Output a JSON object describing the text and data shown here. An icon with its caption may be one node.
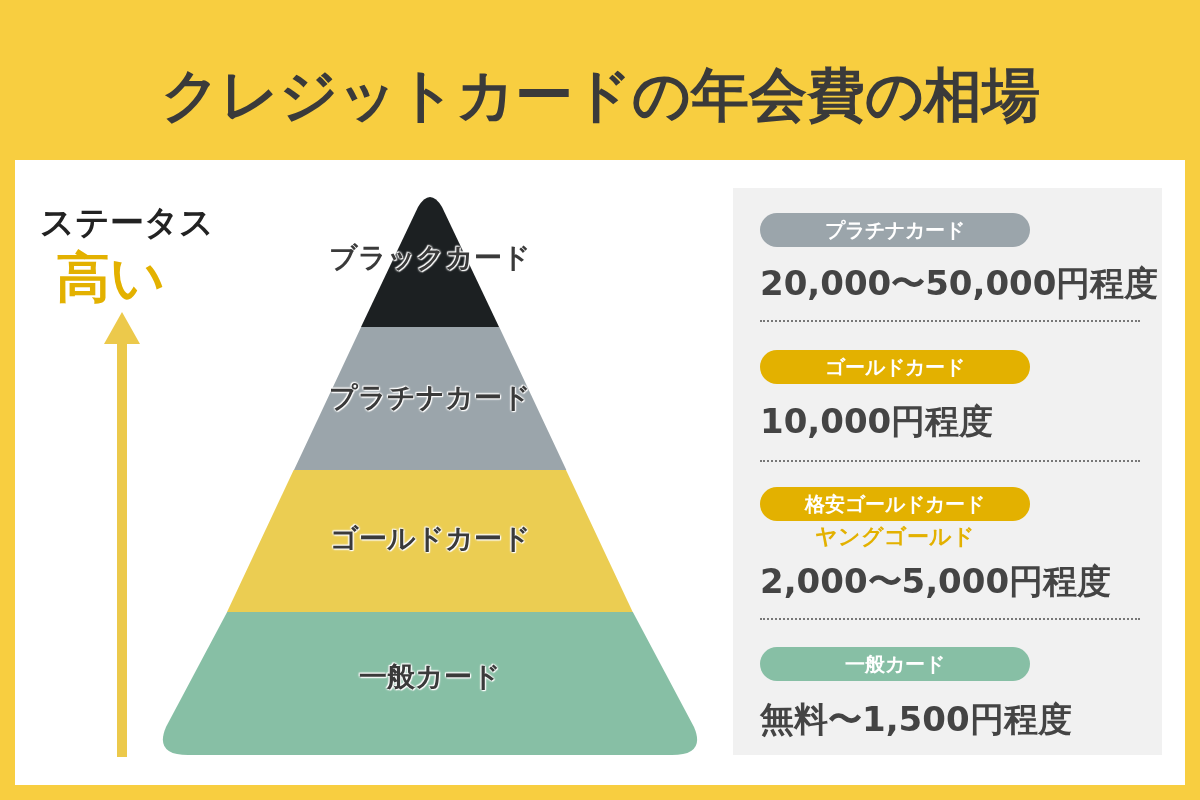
{
  "diagram": {
    "title": "クレジットカードの年会費の相場",
    "nodes": [
      {
        "text": [
          "ブラックカード"
        ]
      },
      {
        "text": [
          "プラチナカード"
        ]
      },
      {
        "text": [
          "ゴールドカード"
        ]
      },
      {
        "text": [
          "一般カード"
        ]
      },
      {
        "text": [
          "プラチナカード"
        ],
        "beside": [
          "20,000〜50,000円程度"
        ]
      },
      {
        "text": [
          "ゴールドカード"
        ],
        "beside": [
          "10,000円程度"
        ]
      },
      {
        "text": [
          "格安ゴールドカード"
        ],
        "beside": [
          "ヤングゴールド",
          "2,000〜5,000円程度"
        ]
      },
      {
        "text": [
          "一般カード"
        ],
        "beside": [
          "無料〜1,500円程度"
        ]
      }
    ],
    "edges": [],
    "labels": [
      "ステータス",
      "高い"
    ]
  }
}
